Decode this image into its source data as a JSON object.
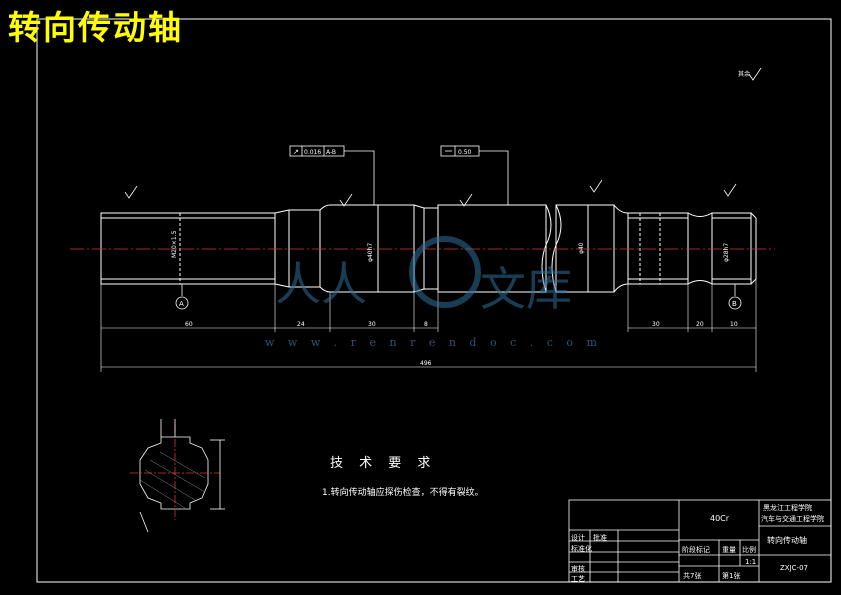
{
  "drawing": {
    "title_banner": "转向传动轴",
    "roughness_note": "其余",
    "gdt": {
      "runout_value": "0.016",
      "runout_datum": "A-B",
      "flatness_value": "0.50"
    },
    "datums": [
      "A",
      "B"
    ],
    "dimensions": {
      "seg1": "60",
      "seg2": "24",
      "seg3": "30",
      "seg4": "8",
      "seg5": "30",
      "seg6": "20",
      "seg7": "10",
      "total": "496",
      "dia_main": "φ40"
    },
    "watermark_url": "w w w . r e n r e n d o c . c o m",
    "tech_req": {
      "title": "技 术 要 求",
      "note": "1.转向传动轴应探伤检查，不得有裂纹。"
    },
    "title_block": {
      "material": "40Cr",
      "school": "黑龙江工程学院",
      "dept": "汽车与交通工程学院",
      "part_name": "转向传动轴",
      "drawing_no": "ZXJC-07",
      "stage_label": "阶段标记",
      "weight_label": "重量",
      "scale_label": "比例",
      "scale_value": "1:1",
      "sheets_total": "共7张",
      "sheet_no": "第1张",
      "designer": "设计",
      "process": "工艺",
      "reviewer": "审核",
      "standardize": "标准化",
      "approve": "批准"
    }
  }
}
